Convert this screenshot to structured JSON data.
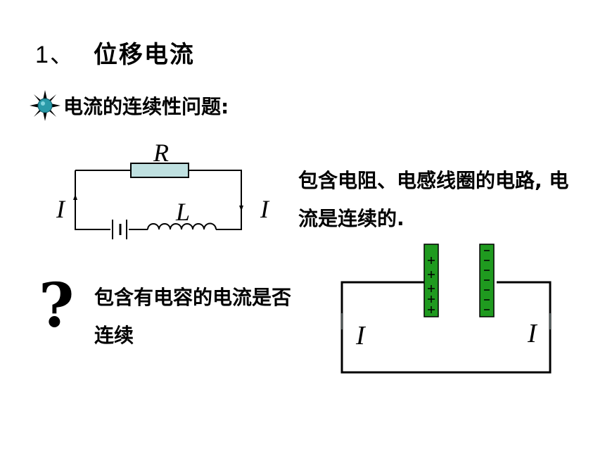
{
  "slide": {
    "title_number": "1、",
    "title_text": "位移电流",
    "bullet_text": "电流的连续性问题:",
    "description": "包含电阻、电感线圈的电路, 电流是连续的.",
    "question_mark": "?",
    "capacitor_question": "包含有电容的电流是否连续"
  },
  "circuit_rl": {
    "resistor_label": "R",
    "inductor_label": "L",
    "current_left_label": "I",
    "current_right_label": "I"
  },
  "circuit_c": {
    "current_left_label": "I",
    "current_right_label": "I",
    "plate_left_signs": "+ + + + +",
    "plate_right_signs": "- - - - - - -",
    "plate_color": "#1f9a1f"
  },
  "colors": {
    "resistor_fill": "#bfe0e0",
    "bullet_icon": "#2a9aa8"
  }
}
